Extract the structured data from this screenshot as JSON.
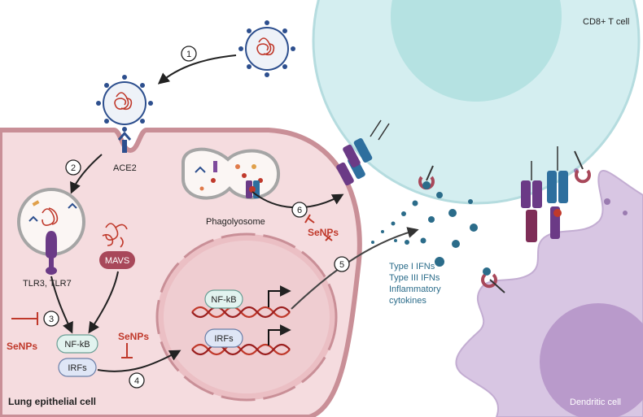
{
  "labels": {
    "cd8": "CD8+ T cell",
    "lung": "Lung epithelial cell",
    "dendritic": "Dendritic cell",
    "ace2": "ACE2",
    "tlr": "TLR3, TLR7",
    "mavs": "MAVS",
    "nfkb": "NF-kB",
    "irfs": "IRFs",
    "phago": "Phagolyosome",
    "senps": "SeNPs",
    "cytokines": [
      "Type I IFNs",
      "Type III IFNs",
      "Inflammatory",
      "cytokines"
    ]
  },
  "steps": [
    "1",
    "2",
    "3",
    "4",
    "5",
    "6"
  ],
  "colors": {
    "cell_fill": "#f5dcdf",
    "cell_border": "#c98f97",
    "tcell": "#d4eef0",
    "tcell_nucleus": "#b5e2e2",
    "dendritic": "#d8c6e3",
    "dendritic_nucleus": "#b99acb",
    "senps_red": "#c0392b",
    "cytokine_blue": "#2b6c8a"
  }
}
